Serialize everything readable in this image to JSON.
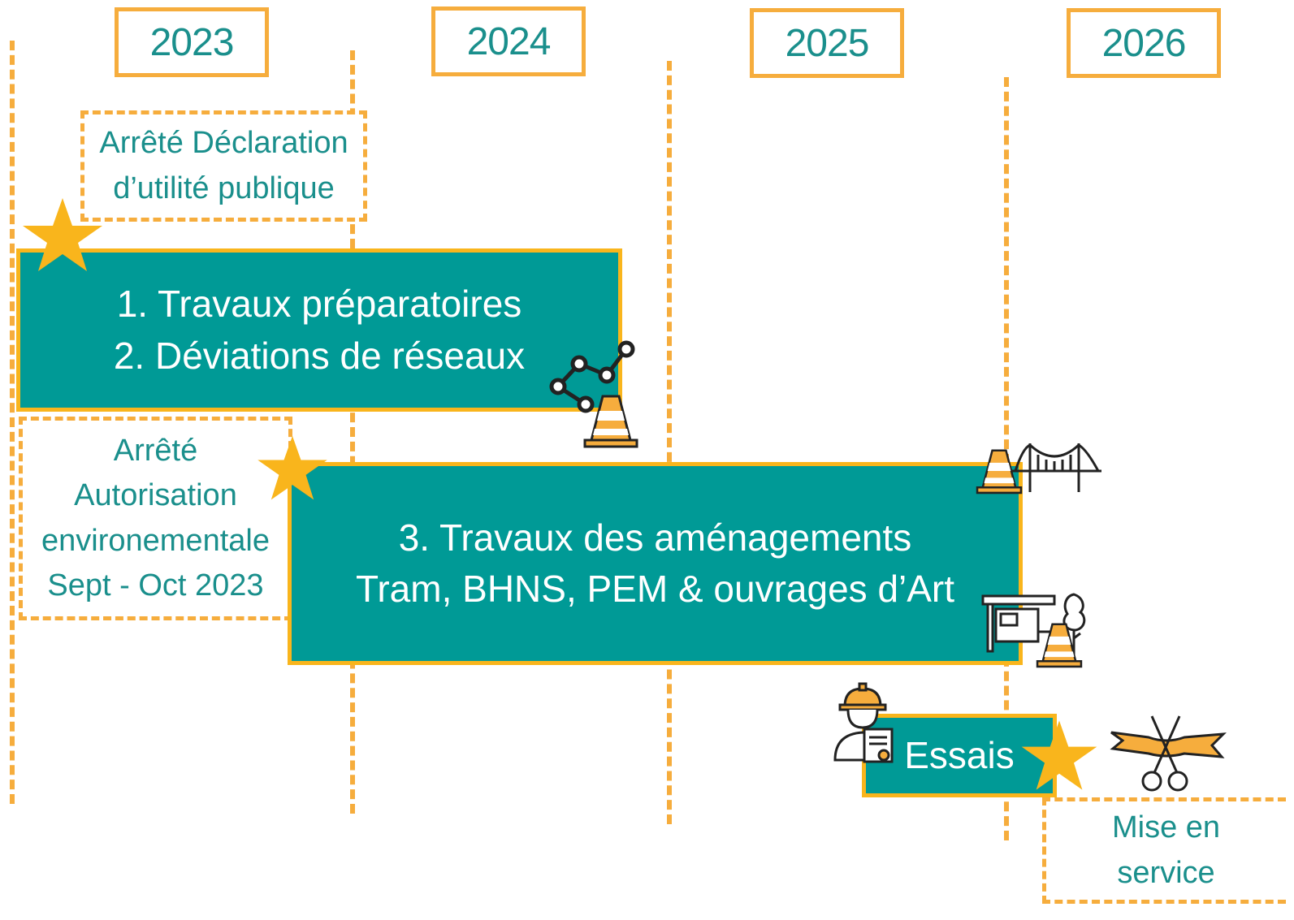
{
  "years": [
    "2023",
    "2024",
    "2025",
    "2026"
  ],
  "milestones": {
    "dup": [
      "Arrêté Déclaration",
      "d’utilité publique"
    ],
    "environment": [
      "Arrêté",
      "Autorisation",
      "environementale",
      "Sept - Oct 2023"
    ],
    "commissioning": [
      "Mise en",
      "service"
    ]
  },
  "phases": {
    "preparatory": [
      "1. Travaux préparatoires",
      "2. Déviations de réseaux"
    ],
    "development": [
      "3. Travaux des aménagements",
      "Tram, BHNS, PEM & ouvrages d’Art"
    ],
    "tests": "Essais"
  },
  "colors": {
    "teal": "#009a96",
    "orange": "#f6ad3d",
    "star": "#f9b51c",
    "text": "#1a8f8c"
  },
  "icons": [
    "network-icon",
    "traffic-cone-icon",
    "bridge-icon",
    "bus-shelter-icon",
    "tree-icon",
    "worker-icon",
    "scissors-ribbon-icon",
    "star-icon"
  ]
}
